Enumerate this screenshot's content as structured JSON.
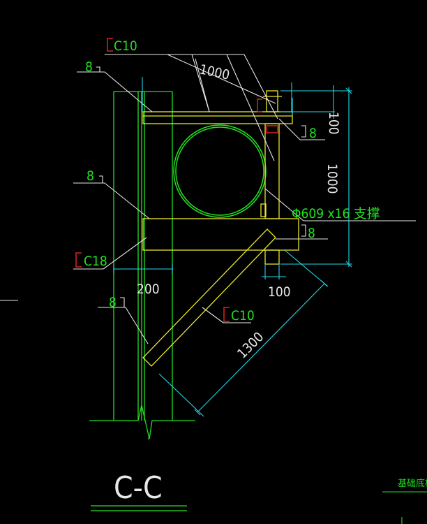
{
  "drawing": {
    "section_title": "C-C",
    "labels": {
      "channel_c10_top": "C10",
      "channel_c18": "C18",
      "channel_c10_brace": "C10",
      "weld_top_left": "8",
      "weld_middle_left": "8",
      "weld_right_upper": "8",
      "weld_right_lower": "8",
      "weld_brace": "8",
      "pipe_spec": "Φ609 x16 支撑",
      "corner_text": "基础底板"
    },
    "dimensions": {
      "top_span": "1000",
      "right_top": "100",
      "right_height": "1000",
      "bottom_right": "100",
      "column_width": "200",
      "brace_length": "1300"
    }
  }
}
